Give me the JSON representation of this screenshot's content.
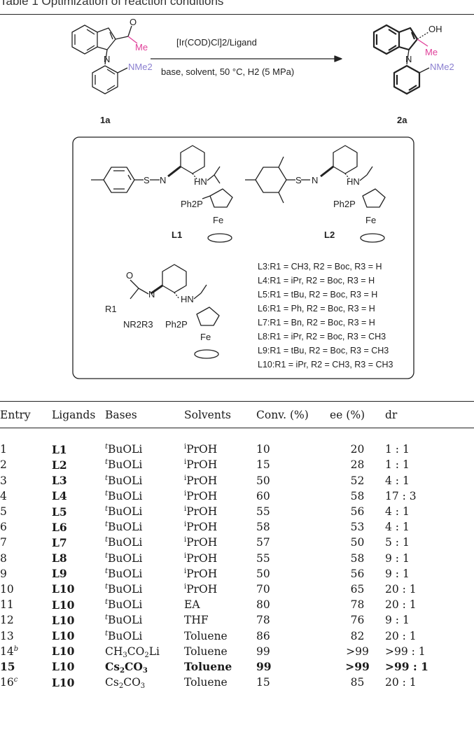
{
  "caption": "Table 1   Optimization of reaction conditions",
  "scheme": {
    "reagent_top": "[Ir(COD)Cl]2/Ligand",
    "reagent_bottom": "base, solvent, 50 °C, H2 (5 MPa)",
    "sm_label": "1a",
    "product_label": "2a",
    "atoms": {
      "O": "O",
      "Me": "Me",
      "N": "N",
      "NMe2": "NMe2",
      "OH": "OH",
      "Fe": "Fe",
      "S": "S",
      "H": "H",
      "HN": "HN",
      "Ph2P": "Ph2P",
      "NR2R3": "NR2R3",
      "R1": "R1"
    },
    "ligand_names": [
      "L1",
      "L2"
    ],
    "ligand_defs": [
      "L3:R1 = CH3, R2 = Boc, R3 = H",
      "L4:R1 = iPr, R2 = Boc, R3 = H",
      "L5:R1 = tBu, R2 = Boc, R3 = H",
      "L6:R1 = Ph, R2 = Boc, R3 = H",
      "L7:R1 = Bn, R2 = Boc, R3 = H",
      "L8:R1 = iPr, R2 = Boc, R3 = CH3",
      "L9:R1 = tBu, R2 = Boc, R3 = CH3",
      "L10:R1 = iPr, R2 = CH3, R3 = CH3"
    ]
  },
  "table": {
    "headers": [
      "Entry",
      "Ligands",
      "Bases",
      "Solvents",
      "Conv. (%)",
      "ee (%)",
      "dr"
    ],
    "rows": [
      {
        "entry": "1",
        "ligand": "L1",
        "base": "tBuOLi",
        "solvent": "iPrOH",
        "conv": "10",
        "ee": "20",
        "dr": "1 : 1"
      },
      {
        "entry": "2",
        "ligand": "L2",
        "base": "tBuOLi",
        "solvent": "iPrOH",
        "conv": "15",
        "ee": "28",
        "dr": "1 : 1"
      },
      {
        "entry": "3",
        "ligand": "L3",
        "base": "tBuOLi",
        "solvent": "iPrOH",
        "conv": "50",
        "ee": "52",
        "dr": "4 : 1"
      },
      {
        "entry": "4",
        "ligand": "L4",
        "base": "tBuOLi",
        "solvent": "iPrOH",
        "conv": "60",
        "ee": "58",
        "dr": "17 : 3"
      },
      {
        "entry": "5",
        "ligand": "L5",
        "base": "tBuOLi",
        "solvent": "iPrOH",
        "conv": "55",
        "ee": "56",
        "dr": "4 : 1"
      },
      {
        "entry": "6",
        "ligand": "L6",
        "base": "tBuOLi",
        "solvent": "iPrOH",
        "conv": "58",
        "ee": "53",
        "dr": "4 : 1"
      },
      {
        "entry": "7",
        "ligand": "L7",
        "base": "tBuOLi",
        "solvent": "iPrOH",
        "conv": "57",
        "ee": "50",
        "dr": "5 : 1"
      },
      {
        "entry": "8",
        "ligand": "L8",
        "base": "tBuOLi",
        "solvent": "iPrOH",
        "conv": "55",
        "ee": "58",
        "dr": "9 : 1"
      },
      {
        "entry": "9",
        "ligand": "L9",
        "base": "tBuOLi",
        "solvent": "iPrOH",
        "conv": "50",
        "ee": "56",
        "dr": "9 : 1"
      },
      {
        "entry": "10",
        "ligand": "L10",
        "base": "tBuOLi",
        "solvent": "iPrOH",
        "conv": "70",
        "ee": "65",
        "dr": "20 : 1"
      },
      {
        "entry": "11",
        "ligand": "L10",
        "base": "tBuOLi",
        "solvent": "EA",
        "conv": "80",
        "ee": "78",
        "dr": "20 : 1"
      },
      {
        "entry": "12",
        "ligand": "L10",
        "base": "tBuOLi",
        "solvent": "THF",
        "conv": "78",
        "ee": "76",
        "dr": "9 : 1"
      },
      {
        "entry": "13",
        "ligand": "L10",
        "base": "tBuOLi",
        "solvent": "Toluene",
        "conv": "86",
        "ee": "82",
        "dr": "20 : 1"
      },
      {
        "entry": "14b",
        "ligand": "L10",
        "base": "CH3CO2Li",
        "solvent": "Toluene",
        "conv": "99",
        "ee": ">99",
        "dr": ">99 : 1"
      },
      {
        "entry": "15",
        "ligand": "L10",
        "base": "Cs2CO3",
        "solvent": "Toluene",
        "conv": "99",
        "ee": ">99",
        "dr": ">99 : 1",
        "bold": true
      },
      {
        "entry": "16c",
        "ligand": "L10",
        "base": "Cs2CO3",
        "solvent": "Toluene",
        "conv": "15",
        "ee": "85",
        "dr": "20 : 1"
      }
    ]
  }
}
